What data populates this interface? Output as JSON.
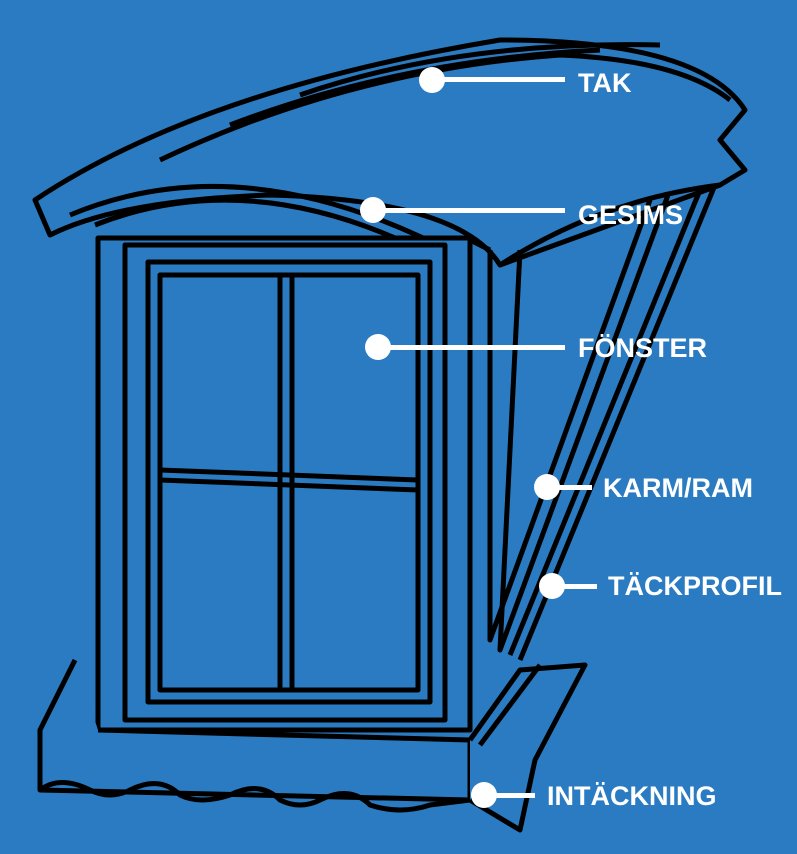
{
  "title": "Takkupa diagram",
  "background_color": "#2a7bc2",
  "labels": {
    "tak": "TAK",
    "gesims": "GESIMS",
    "fonster": "FÖNSTER",
    "karm_ram": "KARM/RAM",
    "tackprofil": "TÄCKPROFIL",
    "intackning": "INTÄCKNING"
  }
}
